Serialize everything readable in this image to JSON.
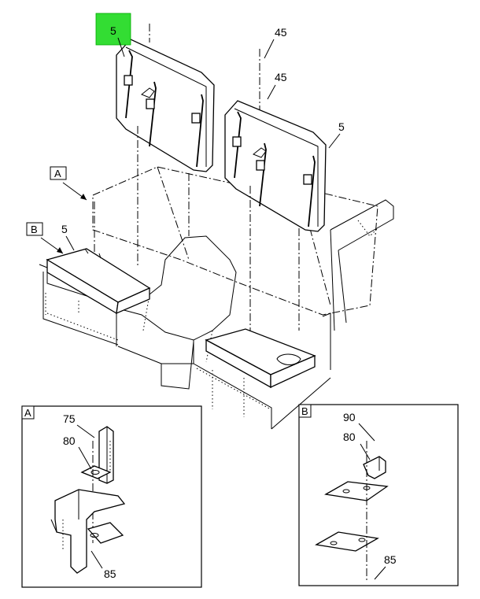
{
  "callouts": {
    "seat_back_left": "5",
    "seat_back_right": "5",
    "seat_cushion": "5",
    "latch_top": "45",
    "latch_mid": "45",
    "view_a": "A",
    "view_b": "B"
  },
  "detail_a": {
    "label": "A",
    "callouts": {
      "c75": "75",
      "c80": "80",
      "c85": "85"
    }
  },
  "detail_b": {
    "label": "B",
    "callouts": {
      "c90": "90",
      "c80": "80",
      "c85": "85"
    }
  },
  "colors": {
    "highlight": "#33dd33",
    "line": "#000000",
    "background": "#ffffff"
  }
}
